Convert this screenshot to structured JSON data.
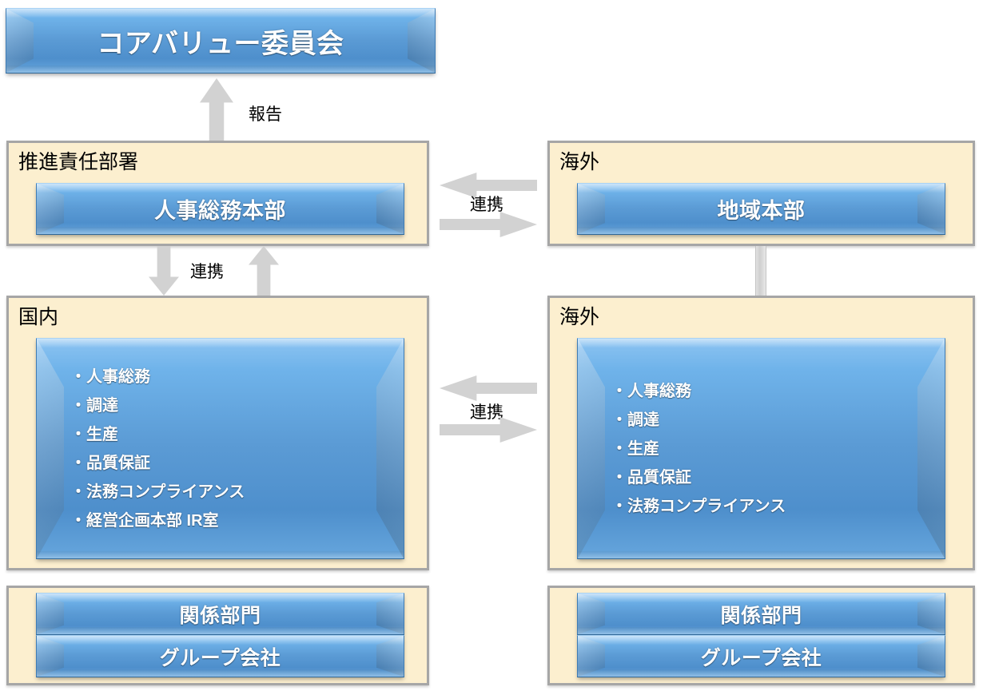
{
  "diagram": {
    "title_box": {
      "label": "コアバリュー委員会"
    },
    "connectors": {
      "report": "報告",
      "link_horizontal_top": "連携",
      "link_vertical_left": "連携",
      "link_horizontal_bottom": "連携"
    },
    "panels": {
      "promotion": {
        "title": "推進責任部署",
        "box_label": "人事総務本部"
      },
      "overseas_hq": {
        "title": "海外",
        "box_label": "地域本部"
      },
      "domestic": {
        "title": "国内",
        "items": [
          "・人事総務",
          "・調達",
          "・生産",
          "・品質保証",
          "・法務コンプライアンス",
          "・経営企画本部 IR室"
        ]
      },
      "overseas": {
        "title": "海外",
        "items": [
          "・人事総務",
          "・調達",
          "・生産",
          "・品質保証",
          "・法務コンプライアンス"
        ]
      },
      "related_left": {
        "box_labels": [
          "関係部門",
          "グループ会社"
        ]
      },
      "related_right": {
        "box_labels": [
          "関係部門",
          "グループ会社"
        ]
      }
    },
    "colors": {
      "box_blue": "#5b9bd5",
      "panel_cream": "#fcefcf",
      "panel_border": "#a6a6a6",
      "arrow_gray": "#d2d2d2",
      "text_white": "#ffffff",
      "text_black": "#000000"
    }
  }
}
